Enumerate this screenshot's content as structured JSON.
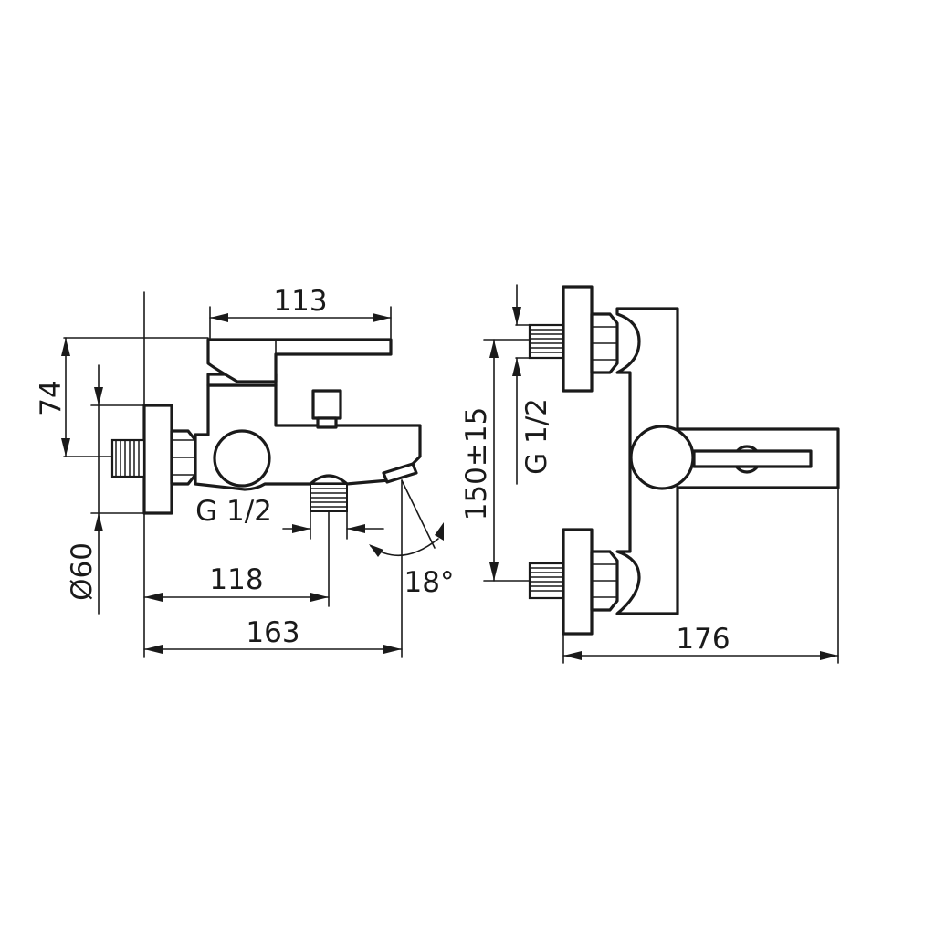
{
  "side_view": {
    "dim_width_lever": "113",
    "dim_height": "74",
    "dim_diameter": "Ø60",
    "dim_thread": "G 1/2",
    "dim_outlet_distance": "118",
    "dim_total_depth": "163",
    "dim_angle": "18°"
  },
  "front_view": {
    "dim_thread": "G 1/2",
    "dim_center_distance": "150±15",
    "dim_total_width": "176"
  }
}
